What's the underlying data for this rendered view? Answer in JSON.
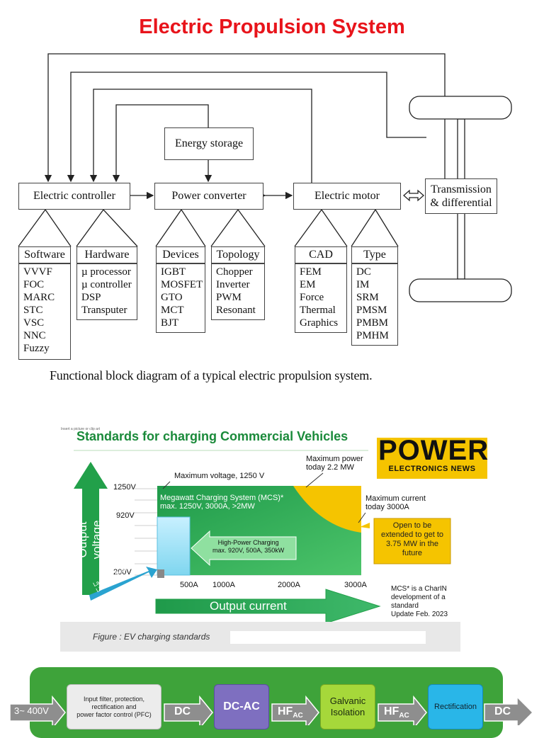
{
  "title": "Electric Propulsion System",
  "diagram": {
    "energy_storage": "Energy storage",
    "electric_controller": "Electric controller",
    "power_converter": "Power converter",
    "electric_motor": "Electric motor",
    "transmission": [
      "Transmission",
      "& differential"
    ],
    "groups": [
      {
        "header": "Software",
        "items": [
          "VVVF",
          "FOC",
          "MARC",
          "STC",
          "VSC",
          "NNC",
          "Fuzzy"
        ]
      },
      {
        "header": "Hardware",
        "items": [
          "µ processor",
          "µ controller",
          "DSP",
          "Transputer"
        ]
      },
      {
        "header": "Devices",
        "items": [
          "IGBT",
          "MOSFET",
          "GTO",
          "MCT",
          "BJT"
        ]
      },
      {
        "header": "Topology",
        "items": [
          "Chopper",
          "Inverter",
          "PWM",
          "Resonant"
        ]
      },
      {
        "header": "CAD",
        "items": [
          "FEM",
          "EM",
          "Force",
          "Thermal",
          "Graphics"
        ]
      },
      {
        "header": "Type",
        "items": [
          "DC",
          "IM",
          "SRM",
          "PMSM",
          "PMBM",
          "PMHM"
        ]
      }
    ],
    "caption": "Functional block diagram of a typical electric propulsion system."
  },
  "charging": {
    "tiny_label": "Insert a picture or clip art",
    "title": "Standards for charging Commercial Vehicles",
    "logo_line1": "POWER",
    "logo_line2": "ELECTRONICS NEWS",
    "y_axis": "Output voltage",
    "x_axis": "Output current",
    "y_ticks": [
      "1250V",
      "920V",
      "200V"
    ],
    "x_ticks": [
      "500A",
      "1000A",
      "2000A",
      "3000A"
    ],
    "max_voltage": "Maximum voltage, 1250 V",
    "max_power": [
      "Maximum power",
      "today 2.2 MW"
    ],
    "max_current": [
      "Maximum current",
      "today 3000A"
    ],
    "mcs": [
      "Megawatt Charging System (MCS)*",
      "max. 1250V, 3000A, >2MW"
    ],
    "hpc": [
      "High-Power Charging",
      "max. 920V, 500A, 350kW"
    ],
    "last_mile": [
      "Last Mile Delivery",
      "LF-Vehicles"
    ],
    "extension": [
      "Open to be",
      "extended to get to",
      "3.75 MW in the",
      "future"
    ],
    "mcs_note": [
      "MCS* is a CharIN",
      "development of a",
      "standard",
      "Update Feb. 2023"
    ],
    "figure_caption": "Figure   : EV charging standards"
  },
  "chain": {
    "input": "3~ 400V",
    "filter": [
      "Input filter, protection,",
      "rectification and",
      "power factor control (PFC)"
    ],
    "dc1": "DC",
    "dcac": "DC-AC",
    "hf1": "HF",
    "hf1_sub": "AC",
    "galvanic": [
      "Galvanic",
      "Isolation"
    ],
    "hf2": "HF",
    "hf2_sub": "AC",
    "rectification": "Rectification",
    "dc2": "DC"
  },
  "colors": {
    "title_red": "#e8141b",
    "chart_green": "#1f9a4a",
    "mcs_yellow": "#f5c400",
    "chain_green": "#3ea33a",
    "dcac_purple": "#7e6fc0",
    "galvanic_green": "#a6d83a",
    "rect_cyan": "#29b6e8"
  }
}
